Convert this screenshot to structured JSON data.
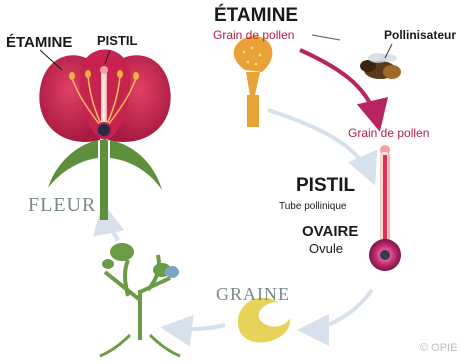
{
  "labels": {
    "flower_stamen": "ÉTAMINE",
    "flower_pistil": "PISTIL",
    "flower": "FLEUR",
    "stamen": "ÉTAMINE",
    "pollen_grain_1": "Grain de pollen",
    "pollinator": "Pollinisateur",
    "pollen_grain_2": "Grain de pollen",
    "pistil": "PISTIL",
    "pollen_tube": "Tube pollinique",
    "ovary": "OVAIRE",
    "ovule": "Ovule",
    "seed": "GRAINE",
    "watermark": "© OPIE"
  },
  "colors": {
    "petal": "#c8224e",
    "petal_dark": "#8e1436",
    "sepal": "#5e8f3c",
    "stamen_anther": "#f0b040",
    "pollen": "#e8a235",
    "arrow": "#d7e1ec",
    "pollinator_arrow": "#b8245e",
    "ovary": "#b21f63",
    "seed": "#e8d35a",
    "seedling": "#6a9b45",
    "label_dark": "#1a1a1a",
    "label_grey": "#7a8a8a",
    "label_red": "#b41e45"
  }
}
